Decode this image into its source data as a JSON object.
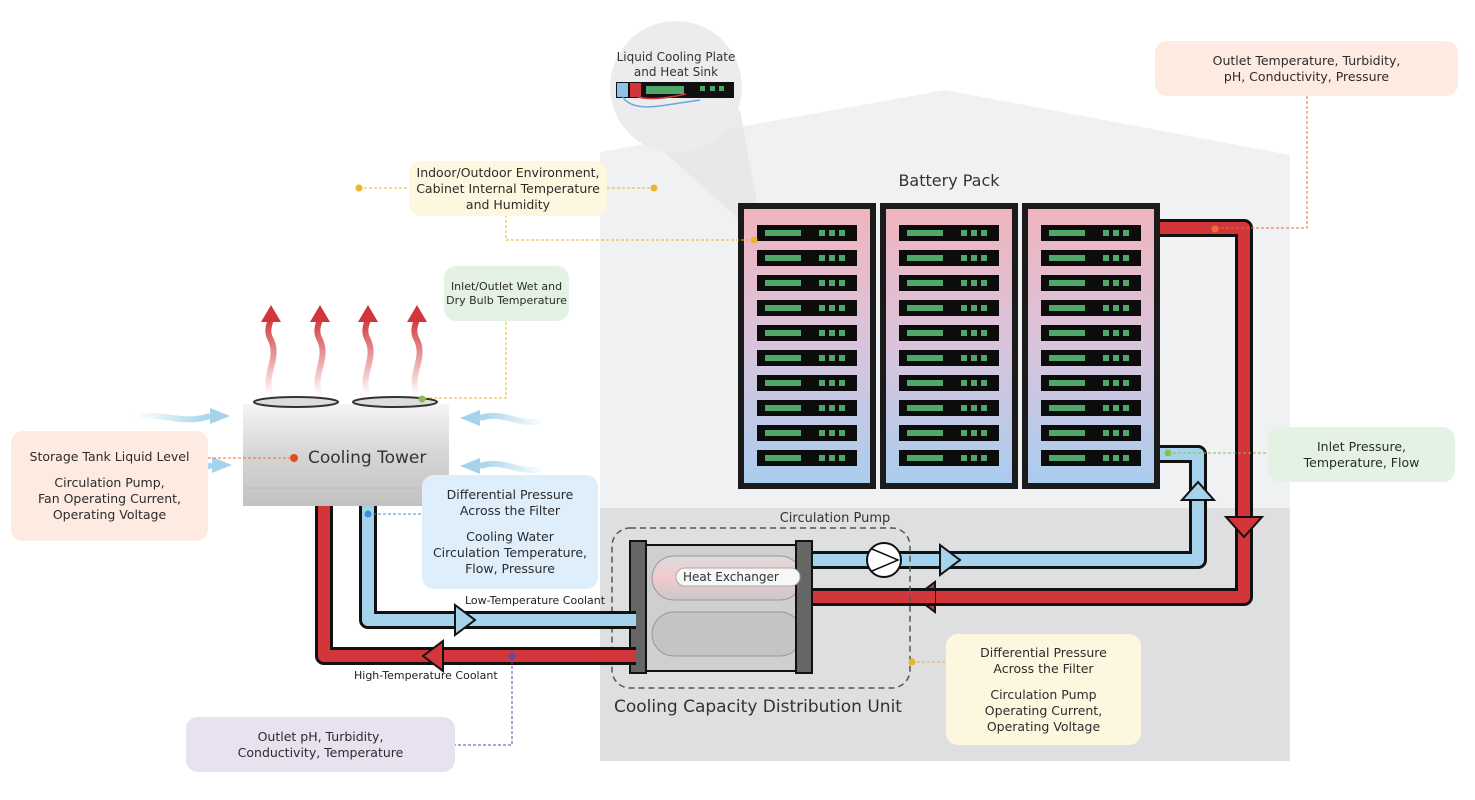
{
  "labels": {
    "battery_pack": "Battery Pack",
    "cooling_tower": "Cooling Tower",
    "circulation_pump": "Circulation Pump",
    "heat_exchanger": "Heat Exchanger",
    "cdu": "Cooling Capacity Distribution Unit",
    "low_temp_coolant": "Low-Temperature Coolant",
    "high_temp_coolant": "High-Temperature Coolant",
    "cooling_plate_line1": "Liquid Cooling Plate",
    "cooling_plate_line2": "and Heat Sink"
  },
  "callouts": {
    "outlet_top": [
      "Outlet Temperature, Turbidity,",
      "pH, Conductivity, Pressure"
    ],
    "environment": [
      "Indoor/Outdoor Environment,",
      "Cabinet Internal Temperature",
      "and Humidity"
    ],
    "bulb_temp": [
      "Inlet/Outlet Wet and",
      "Dry Bulb Temperature"
    ],
    "storage_tank": {
      "title": "Storage Tank Liquid Level",
      "lines": [
        "Circulation Pump,",
        "Fan Operating Current,",
        "Operating Voltage"
      ]
    },
    "filter_tower": {
      "lines_a": [
        "Differential Pressure",
        "Across the Filter"
      ],
      "lines_b": [
        "Cooling Water",
        "Circulation Temperature,",
        "Flow, Pressure"
      ]
    },
    "inlet_right": [
      "Inlet Pressure,",
      "Temperature, Flow"
    ],
    "filter_cdu": {
      "lines_a": [
        "Differential Pressure",
        "Across the Filter"
      ],
      "lines_b": [
        "Circulation Pump",
        "Operating Current,",
        "Operating Voltage"
      ]
    },
    "outlet_bottom": [
      "Outlet pH, Turbidity,",
      "Conductivity, Temperature"
    ]
  },
  "colors": {
    "hot_pipe": "#d2363b",
    "cold_pipe": "#a6d3ec",
    "building_top": "#f0f1f3",
    "building_bottom": "#dedfe0",
    "rack_frame": "#1b1b1b",
    "server_led": "#4fa86a",
    "leader_orange": "#e8703a",
    "leader_yellow": "#e9b52c",
    "leader_green": "#8bbd4a",
    "leader_blue": "#3f8fd6",
    "leader_purple": "#5b4aa3"
  },
  "rack": {
    "columns": 3,
    "servers_per_column": 10
  },
  "icons": [
    "up-arrow-heat-icon",
    "airflow-arrow-icon",
    "pump-icon",
    "sensor-dot-icon"
  ]
}
